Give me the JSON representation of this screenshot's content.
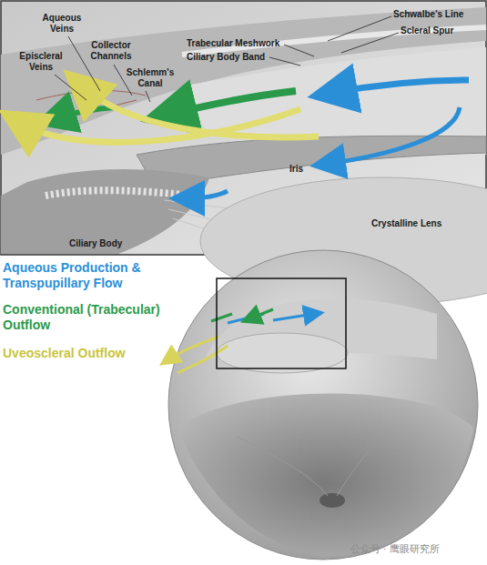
{
  "diagram": {
    "labels": [
      "Aqueous Veins",
      "Episcleral Veins",
      "Collector Channels",
      "Schlemm's Canal",
      "Trabecular Meshwork",
      "Ciliary Body Band",
      "Schwalbe's Line",
      "Scleral Spur",
      "Iris",
      "Ciliary Body",
      "Crystalline Lens",
      "公众号 · 鹰眼研究所"
    ],
    "legend": [
      {
        "text": "Aqueous Production & Transpupillary Flow",
        "color": "#2b8fd8"
      },
      {
        "text": "Conventional (Trabecular) Outflow",
        "color": "#2a9a4a"
      },
      {
        "text": "Uveoscleral Outflow",
        "color": "#c9c43a"
      }
    ]
  }
}
